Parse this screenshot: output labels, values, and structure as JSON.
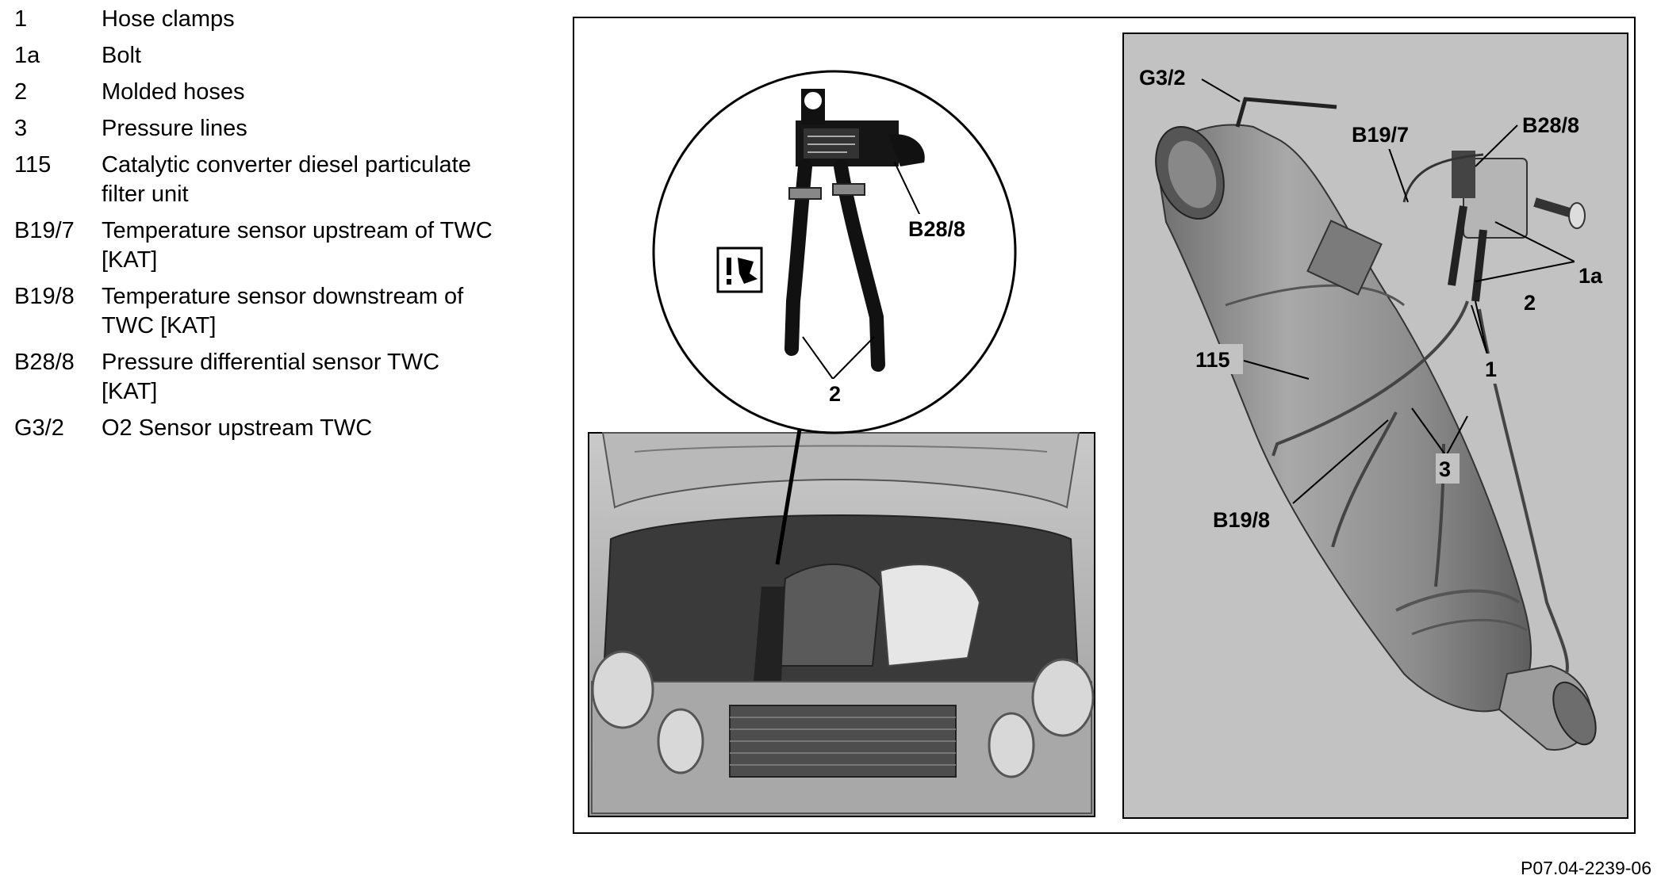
{
  "legend": [
    {
      "key": "1",
      "desc": "Hose clamps"
    },
    {
      "key": "1a",
      "desc": "Bolt"
    },
    {
      "key": "2",
      "desc": "Molded hoses"
    },
    {
      "key": "3",
      "desc": "Pressure lines"
    },
    {
      "key": "115",
      "desc": "Catalytic converter diesel particulate\nfilter unit"
    },
    {
      "key": "B19/7",
      "desc": "Temperature sensor upstream of TWC\n[KAT]"
    },
    {
      "key": "B19/8",
      "desc": "Temperature sensor downstream of\nTWC [KAT]"
    },
    {
      "key": "B28/8",
      "desc": "Pressure differential sensor TWC\n[KAT]"
    },
    {
      "key": "G3/2",
      "desc": "O2 Sensor upstream TWC"
    }
  ],
  "figure": {
    "inset_callouts": {
      "sensor": "B28/8",
      "hoses": "2"
    },
    "converter_callouts": {
      "o2_sensor": "G3/2",
      "temp_upstream": "B19/7",
      "pressure_sensor": "B28/8",
      "bolt": "1a",
      "hoses": "2",
      "clamps": "1",
      "unit": "115",
      "pressure_lines": "3",
      "temp_downstream": "B19/8"
    },
    "reference": "P07.04-2239-06"
  }
}
